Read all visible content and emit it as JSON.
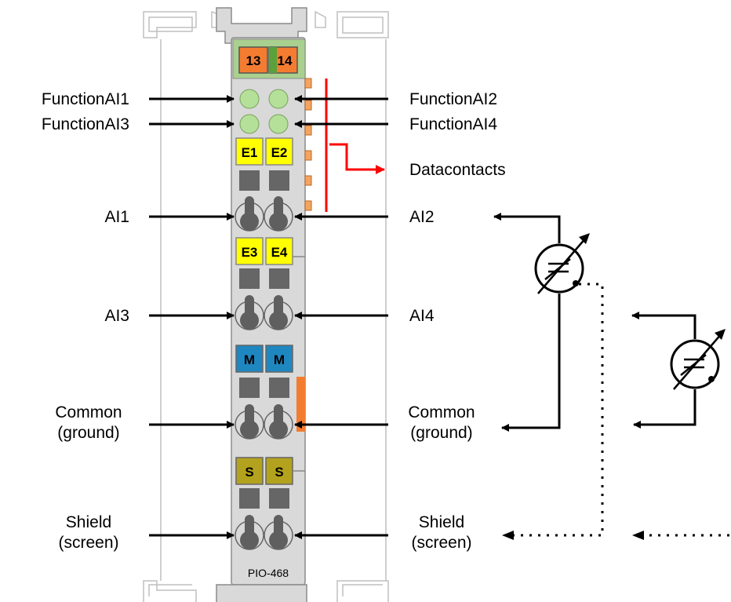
{
  "module": {
    "model": "PIO-468",
    "colors": {
      "body": "#d9d9d9",
      "outline": "#8c8c8c",
      "rail": "#bfbfbf",
      "green_top": "#a9d08e",
      "orange": "#f47c30",
      "led_green": "#b4e09a",
      "yellow": "#ffff00",
      "blue": "#1f87c0",
      "olive": "#b3a21d",
      "slot": "#666666",
      "screw": "#5f5f5f",
      "red": "#ff0000"
    },
    "badges": {
      "top_left": "13",
      "top_right": "14",
      "e1": "E1",
      "e2": "E2",
      "e3": "E3",
      "e4": "E4",
      "m_left": "M",
      "m_right": "M",
      "s_left": "S",
      "s_right": "S"
    }
  },
  "labels": {
    "left": {
      "function_ai1": "FunctionAI1",
      "function_ai3": "FunctionAI3",
      "ai1": "AI1",
      "ai3": "AI3",
      "common_1": "Common",
      "common_2": "(ground)",
      "shield_1": "Shield",
      "shield_2": "(screen)"
    },
    "right": {
      "function_ai2": "FunctionAI2",
      "function_ai4": "FunctionAI4",
      "datacontacts": "Datacontacts",
      "ai2": "AI2",
      "ai4": "AI4",
      "common_1": "Common",
      "common_2": "(ground)",
      "shield_1": "Shield",
      "shield_2": "(screen)"
    }
  },
  "sensors": [
    "variable-voltage-source-icon",
    "variable-voltage-source-icon"
  ]
}
